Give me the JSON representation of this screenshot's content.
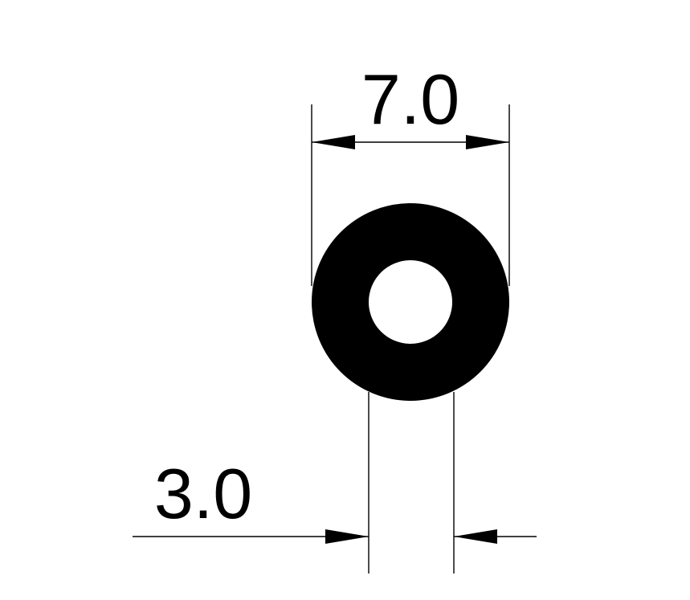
{
  "drawing": {
    "ink_color": "#000000",
    "paper_color": "#ffffff",
    "dimensions": {
      "outer_diameter": {
        "label": "7.0",
        "value": 7.0
      },
      "inner_diameter": {
        "label": "3.0",
        "value": 3.0
      }
    }
  }
}
